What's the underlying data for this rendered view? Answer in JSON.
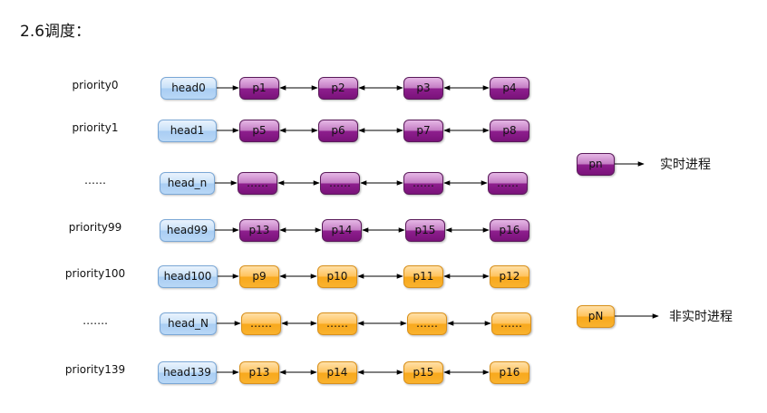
{
  "title": "2.6调度：",
  "rows": [
    {
      "label": "priority0",
      "head": "head0",
      "kind": "rt",
      "procs": [
        "p1",
        "p2",
        "p3",
        "p4"
      ]
    },
    {
      "label": "priority1",
      "head": "head1",
      "kind": "rt",
      "procs": [
        "p5",
        "p6",
        "p7",
        "p8"
      ]
    },
    {
      "label": "……",
      "head": "head_n",
      "kind": "rt",
      "procs": [
        "……",
        "……",
        "……",
        "……"
      ]
    },
    {
      "label": "priority99",
      "head": "head99",
      "kind": "rt",
      "procs": [
        "p13",
        "p14",
        "p15",
        "p16"
      ]
    },
    {
      "label": "priority100",
      "head": "head100",
      "kind": "nrt",
      "procs": [
        "p9",
        "p10",
        "p11",
        "p12"
      ]
    },
    {
      "label": "…….",
      "head": "head_N",
      "kind": "nrt",
      "procs": [
        "……",
        "……",
        "……",
        "……"
      ]
    },
    {
      "label": "priority139",
      "head": "head139",
      "kind": "nrt",
      "procs": [
        "p13",
        "p14",
        "p15",
        "p16"
      ]
    }
  ],
  "legend": [
    {
      "box": "pn",
      "kind": "rt",
      "text": "实时进程"
    },
    {
      "box": "pN",
      "kind": "nrt",
      "text": "非实时进程"
    }
  ],
  "colors": {
    "realtime": "#8e1f8e",
    "non_realtime": "#f8a81c",
    "head": "#b8d7f6"
  }
}
